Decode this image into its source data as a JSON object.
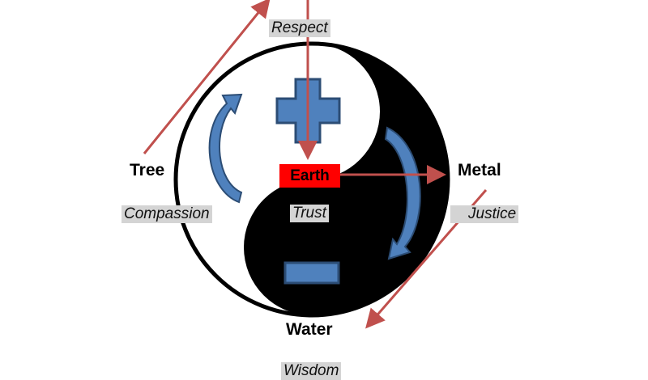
{
  "elements": {
    "tree": "Tree",
    "metal": "Metal",
    "water": "Water",
    "earth": "Earth"
  },
  "virtues": {
    "respect": "Respect",
    "compassion": "Compassion",
    "trust": "Trust",
    "justice": "Justice",
    "wisdom": "Wisdom"
  },
  "colors": {
    "arrow": "#c0504d",
    "shape": "#4f81bd",
    "earth": "#ff0000"
  }
}
